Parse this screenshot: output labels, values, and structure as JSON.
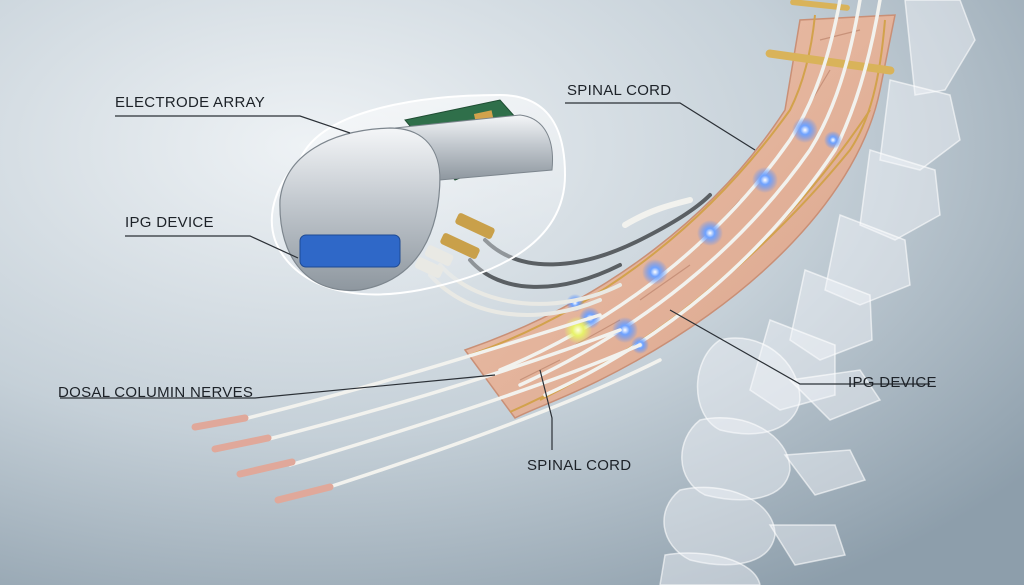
{
  "labels": {
    "electrode_array": "ELECTRODE ARRAY",
    "ipg_device_left": "IPG DEVICE",
    "spinal_cord_top": "SPINAL CORD",
    "ipg_device_right": "IPG DEVICE",
    "dorsal_column_nerves": "DOSAL COLUMIN NERVES",
    "spinal_cord_bottom": "SPINAL CORD"
  },
  "colors": {
    "background_light": "#dfe6ec",
    "background_dark": "#8d9eab",
    "cord_tissue": "#e2b49b",
    "nerve_fiber": "#d2a24c",
    "lead_wire": "#f2f2ee",
    "electrode_glow": "#4f8bff",
    "ipg_metal": "#c8cdd2",
    "circuit_board": "#2f6f4a",
    "battery": "#2f68c8",
    "vertebra": "#f4f7fa"
  },
  "icons": {
    "ipg": "ipg-device-icon",
    "spine": "vertebral-column-icon",
    "cord": "spinal-cord-icon",
    "leads": "electrode-lead-icon"
  }
}
